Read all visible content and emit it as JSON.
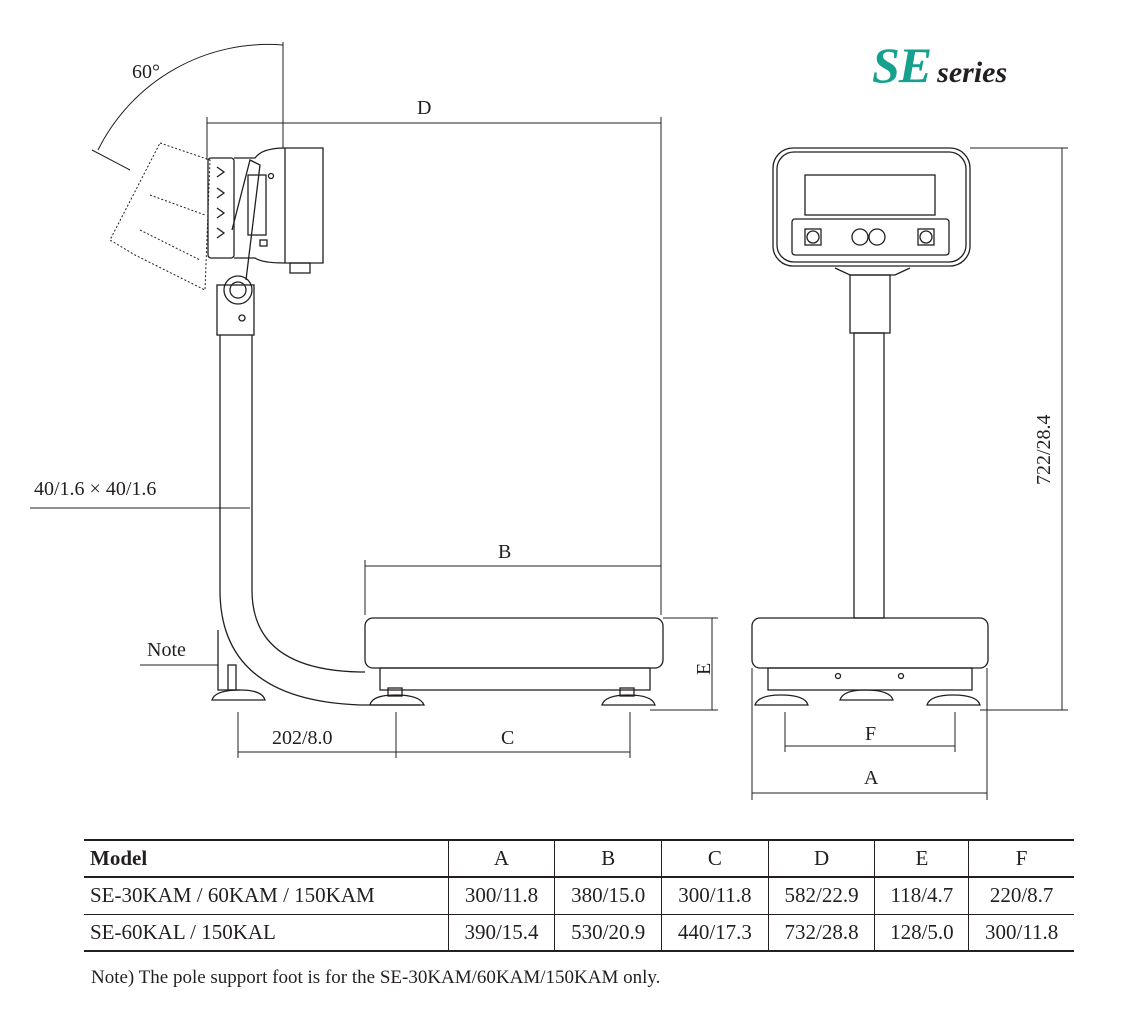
{
  "brand": {
    "logo_main": "SE",
    "logo_suffix": "series",
    "accent_color": "#16a08e"
  },
  "drawing": {
    "side_view": {
      "tilt_angle": "60°",
      "dim_D": "D",
      "dim_B": "B",
      "dim_C": "C",
      "dim_E": "E",
      "pole_section": "40/1.6 × 40/1.6",
      "support_offset": "202/8.0",
      "note_label": "Note"
    },
    "front_view": {
      "height": "722/28.4",
      "dim_A": "A",
      "dim_F": "F"
    }
  },
  "table": {
    "headers": [
      "Model",
      "A",
      "B",
      "C",
      "D",
      "E",
      "F"
    ],
    "rows": [
      [
        "SE-30KAM / 60KAM / 150KAM",
        "300/11.8",
        "380/15.0",
        "300/11.8",
        "582/22.9",
        "118/4.7",
        "220/8.7"
      ],
      [
        "SE-60KAL / 150KAL",
        "390/15.4",
        "530/20.9",
        "440/17.3",
        "732/28.8",
        "128/5.0",
        "300/11.8"
      ]
    ]
  },
  "footnote": "Note) The pole support foot is for the SE-30KAM/60KAM/150KAM only."
}
